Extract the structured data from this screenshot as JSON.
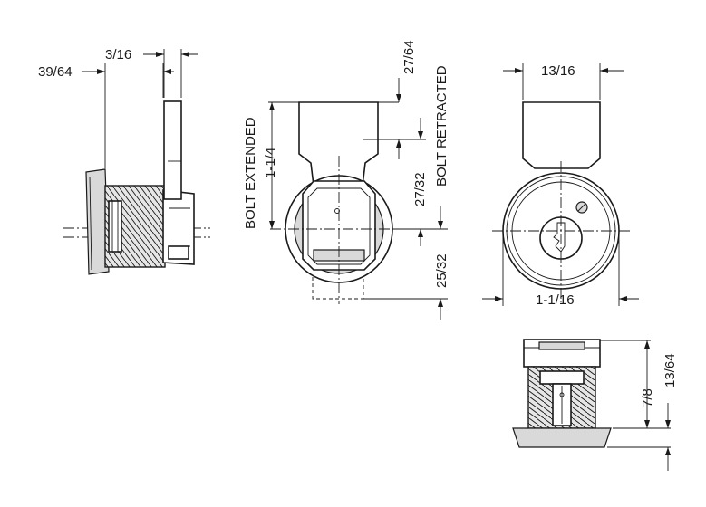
{
  "dimensions": {
    "side_bolt_offset": "3/16",
    "side_flange_depth": "39/64",
    "front_bolt_top": "27/64",
    "front_bolt_extended_label": "BOLT EXTENDED",
    "front_bolt_extended_value": "1-1/4",
    "front_bolt_retracted_label": "BOLT RETRACTED",
    "front_bolt_retracted_value": "27/32",
    "front_bottom": "25/32",
    "rear_bolt_width": "13/16",
    "rear_face_diameter": "1-1/16",
    "bottom_body_height": "7/8",
    "bottom_flange": "13/64"
  },
  "colors": {
    "line": "#1a1a1a",
    "shade": "#d9d9d9",
    "background": "#ffffff"
  }
}
